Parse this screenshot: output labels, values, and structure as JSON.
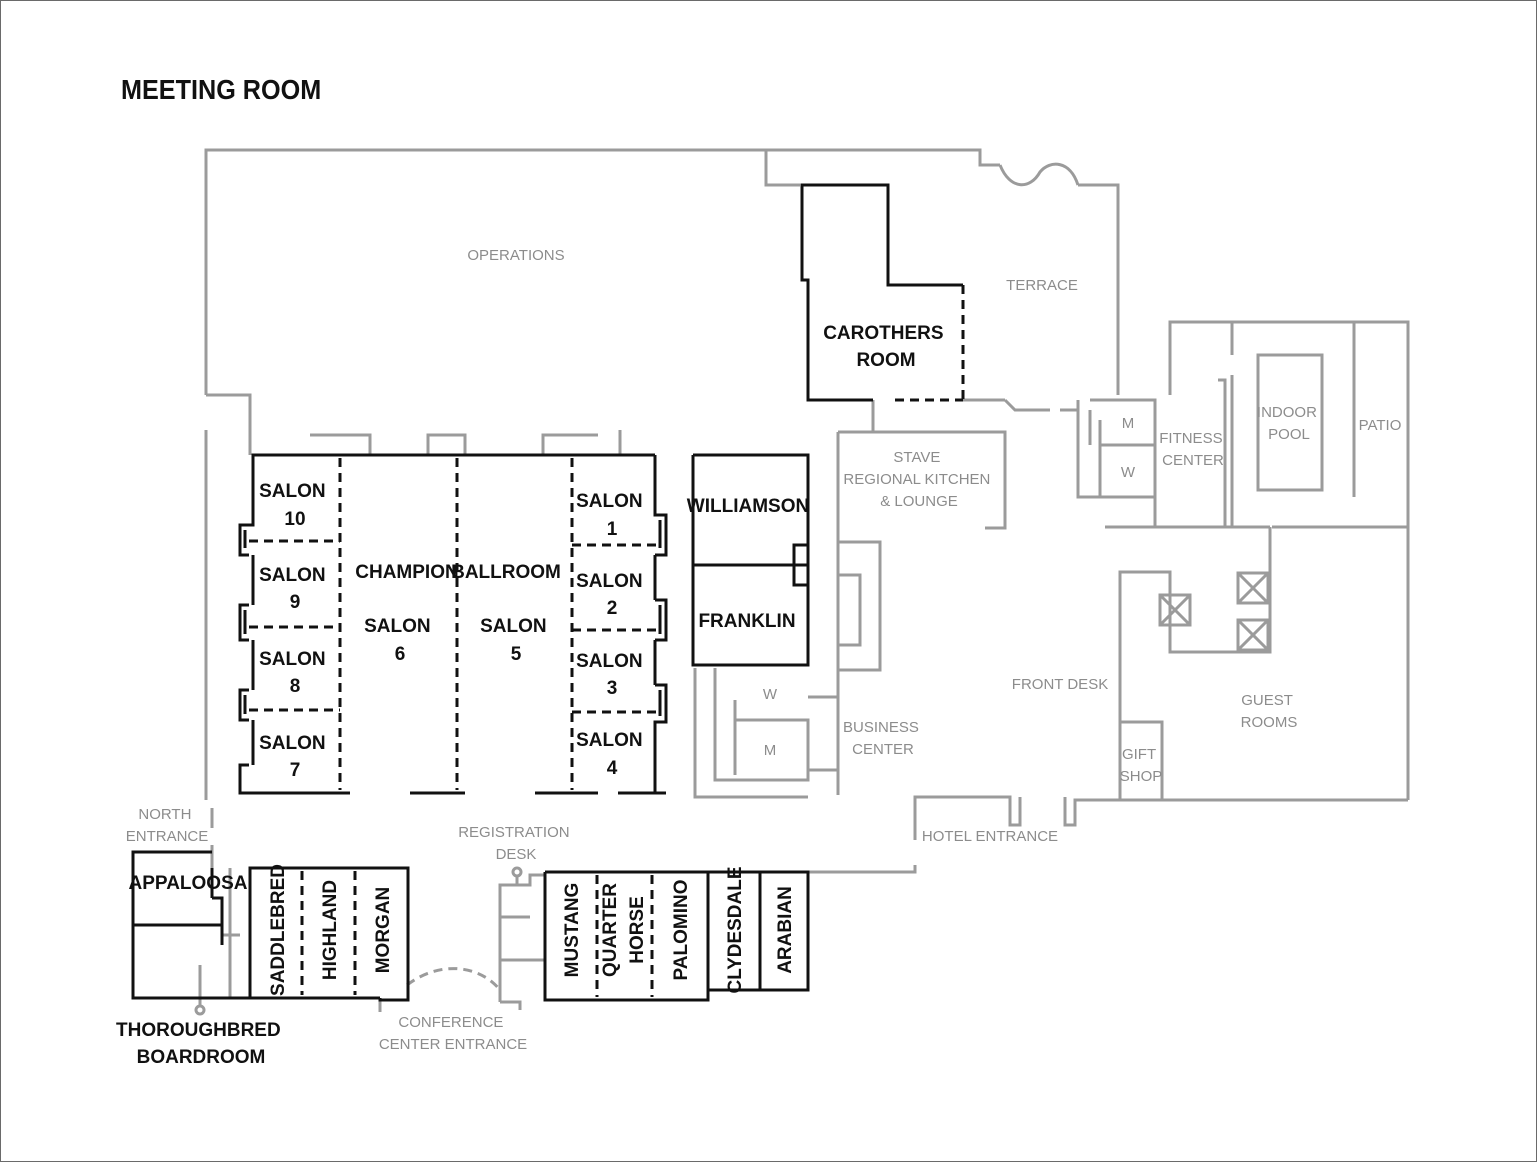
{
  "title": "MEETING ROOM",
  "colors": {
    "meeting_room_outline": "#111111",
    "building_outline": "#9b9b9b",
    "background": "#ffffff"
  },
  "meeting_rooms": {
    "salon_10": [
      "SALON",
      "10"
    ],
    "salon_9": [
      "SALON",
      "9"
    ],
    "salon_8": [
      "SALON",
      "8"
    ],
    "salon_7": [
      "SALON",
      "7"
    ],
    "champion": "CHAMPION",
    "ballroom": "BALLROOM",
    "salon_6": [
      "SALON",
      "6"
    ],
    "salon_5": [
      "SALON",
      "5"
    ],
    "salon_1": [
      "SALON",
      "1"
    ],
    "salon_2": [
      "SALON",
      "2"
    ],
    "salon_3": [
      "SALON",
      "3"
    ],
    "salon_4": [
      "SALON",
      "4"
    ],
    "williamson": "WILLIAMSON",
    "franklin": "FRANKLIN",
    "carothers": [
      "CAROTHERS",
      "ROOM"
    ],
    "appaloosa": "APPALOOSA",
    "thoroughbred": [
      "THOROUGHBRED",
      "BOARDROOM"
    ],
    "saddlebred": "SADDLEBRED",
    "highland": "HIGHLAND",
    "morgan": "MORGAN",
    "mustang": "MUSTANG",
    "quarter_horse": [
      "QUARTER",
      "HORSE"
    ],
    "palomino": "PALOMINO",
    "clydesdale": "CLYDESDALE",
    "arabian": "ARABIAN"
  },
  "facilities": {
    "operations": "OPERATIONS",
    "terrace": "TERRACE",
    "stave": [
      "STAVE",
      "REGIONAL KITCHEN",
      "& LOUNGE"
    ],
    "fitness": [
      "FITNESS",
      "CENTER"
    ],
    "indoor_pool": [
      "INDOOR",
      "POOL"
    ],
    "patio": "PATIO",
    "front_desk": "FRONT DESK",
    "business_center": [
      "BUSINESS",
      "CENTER"
    ],
    "guest_rooms": [
      "GUEST",
      "ROOMS"
    ],
    "gift_shop": [
      "GIFT",
      "SHOP"
    ],
    "north_entrance": [
      "NORTH",
      "ENTRANCE"
    ],
    "registration_desk": [
      "REGISTRATION",
      "DESK"
    ],
    "hotel_entrance": "HOTEL ENTRANCE",
    "conference_entrance": [
      "CONFERENCE",
      "CENTER ENTRANCE"
    ],
    "restroom_m": "M",
    "restroom_w": "W"
  }
}
